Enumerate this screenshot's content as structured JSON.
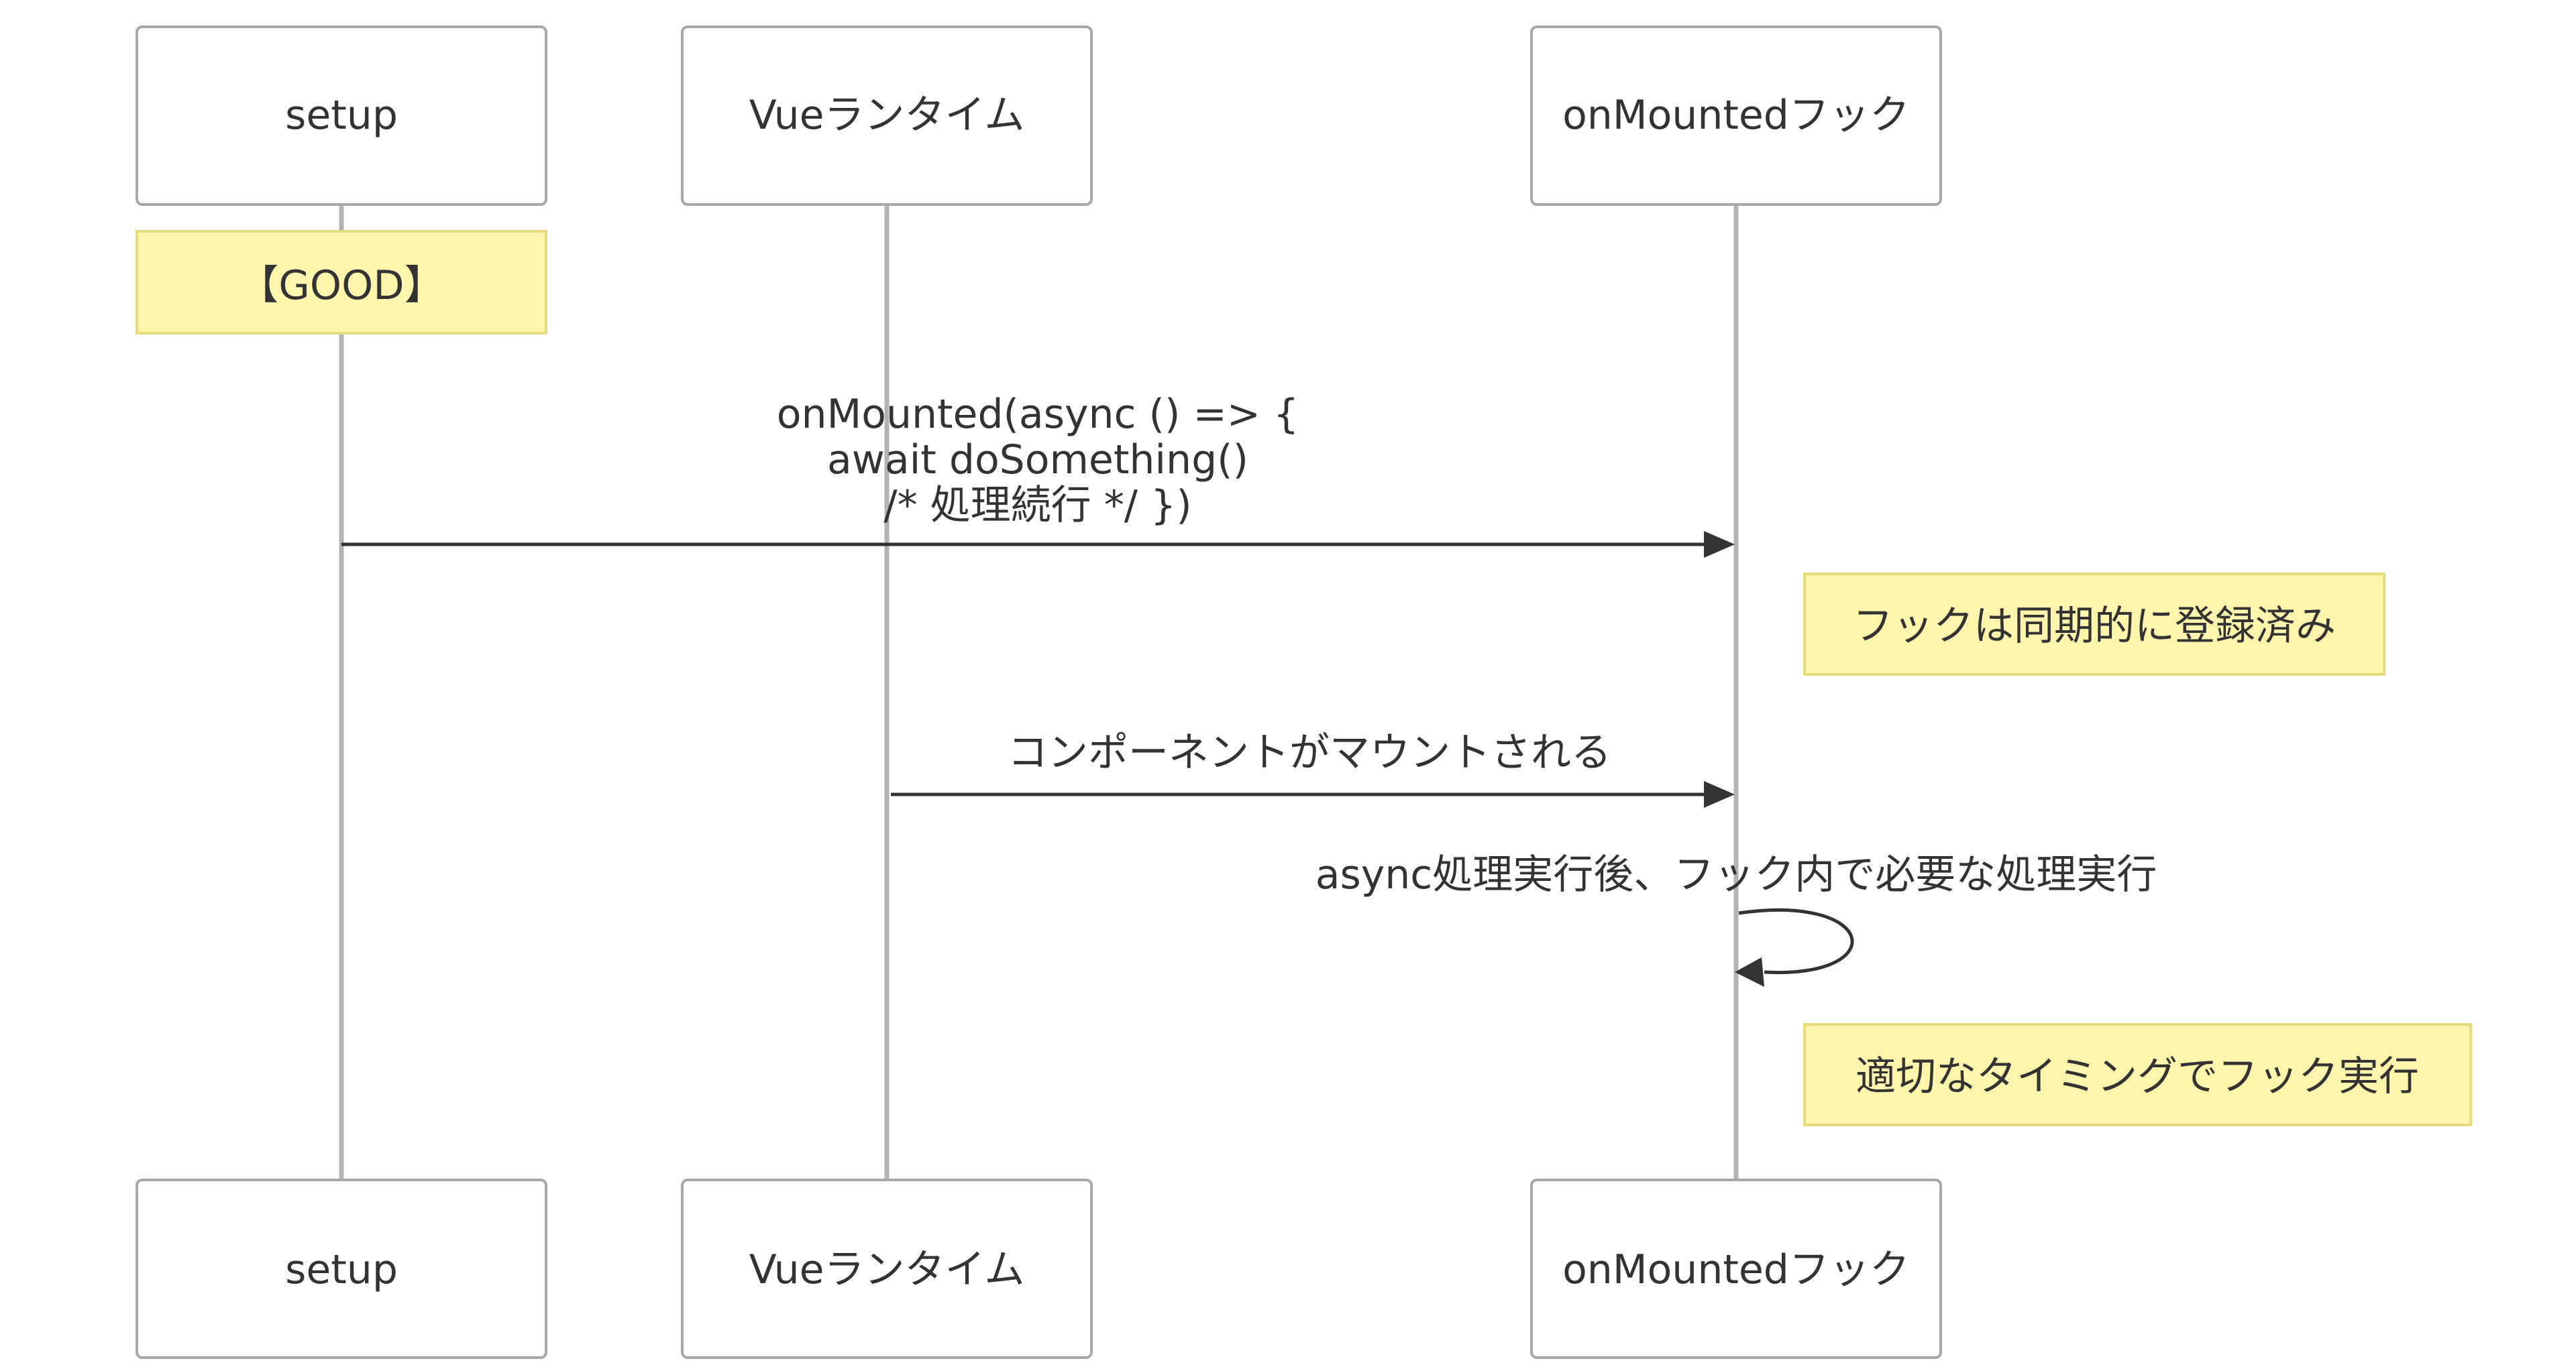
{
  "participants": [
    {
      "id": "setup",
      "label": "setup"
    },
    {
      "id": "vue-runtime",
      "label": "Vueランタイム"
    },
    {
      "id": "onmounted-hook",
      "label": "onMountedフック"
    }
  ],
  "notes": [
    {
      "id": "good",
      "text": "【GOOD】"
    },
    {
      "id": "registered",
      "text": "フックは同期的に登録済み"
    },
    {
      "id": "timing",
      "text": "適切なタイミングでフック実行"
    }
  ],
  "messages": [
    {
      "id": "register",
      "from": "setup",
      "to": "onMountedフック",
      "lines": [
        "onMounted(async () => {",
        "await doSomething()",
        "/* 処理続行 */ })"
      ]
    },
    {
      "id": "mount",
      "from": "Vueランタイム",
      "to": "onMountedフック",
      "lines": [
        "コンポーネントがマウントされる"
      ]
    },
    {
      "id": "self-exec",
      "from": "onMountedフック",
      "to": "onMountedフック",
      "lines": [
        "async処理実行後、フック内で必要な処理実行"
      ]
    }
  ],
  "colors": {
    "note_fill": "#fff5ad",
    "note_border": "#e6dc7d",
    "lifeline": "#b3b3b3",
    "text": "#333333"
  }
}
